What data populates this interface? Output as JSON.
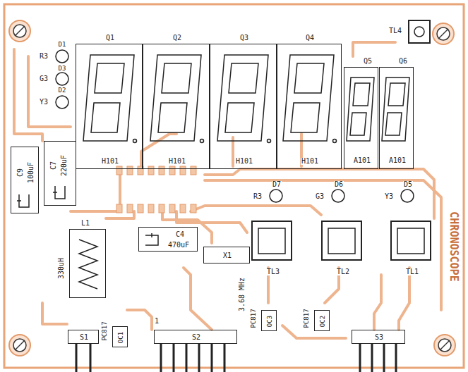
{
  "diagram": {
    "nodes": [
      {
        "text": [
          "Q1",
          "H101"
        ]
      },
      {
        "text": [
          "Q2",
          "H101"
        ]
      },
      {
        "text": [
          "Q3",
          "H101"
        ]
      },
      {
        "text": [
          "Q4",
          "H101"
        ]
      },
      {
        "text": [
          "Q5",
          "A101"
        ]
      },
      {
        "text": [
          "Q6",
          "A101"
        ]
      },
      {
        "text": [
          "TL4"
        ]
      },
      {
        "text": [
          "C9",
          "100uF"
        ]
      },
      {
        "text": [
          "C7",
          "220uF"
        ]
      },
      {
        "text": [
          "L1",
          "330uH"
        ]
      },
      {
        "text": [
          "C4",
          "470uF"
        ]
      },
      {
        "text": [
          "X1"
        ]
      },
      {
        "text": [
          "TL3"
        ]
      },
      {
        "text": [
          "TL2"
        ]
      },
      {
        "text": [
          "TL1"
        ]
      },
      {
        "text": [
          "S1"
        ]
      },
      {
        "text": [
          "OC1"
        ]
      },
      {
        "text": [
          "S2"
        ]
      },
      {
        "text": [
          "OC3"
        ]
      },
      {
        "text": [
          "OC2"
        ]
      },
      {
        "text": [
          "S3"
        ]
      }
    ],
    "labels": [
      "D1",
      "R3",
      "D3",
      "G3",
      "D2",
      "Y3",
      "D7",
      "R3",
      "D6",
      "G3",
      "D5",
      "Y3",
      "3.68 MHz",
      "PC817",
      "1",
      "PC817",
      "PC817",
      "CHRONOSCOPE"
    ]
  }
}
